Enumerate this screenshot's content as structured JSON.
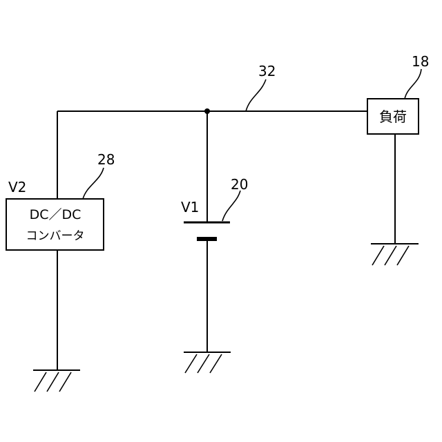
{
  "diagram": {
    "labels": {
      "ref_wire": "32",
      "ref_load": "18",
      "ref_converter": "28",
      "ref_battery": "20",
      "voltage_v2": "V2",
      "voltage_v1": "V1"
    },
    "load_box": {
      "text": "負荷"
    },
    "converter_box": {
      "line1": "DC／DC",
      "line2": "コンバータ"
    }
  }
}
